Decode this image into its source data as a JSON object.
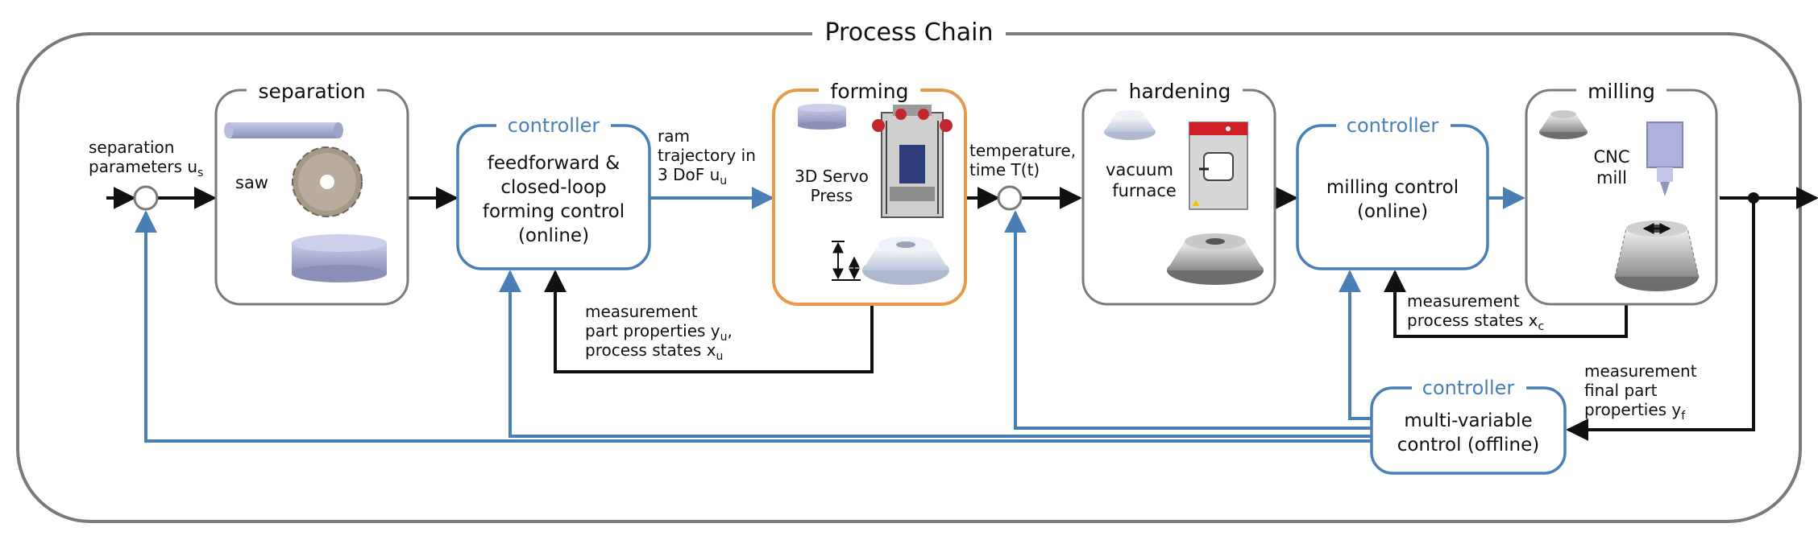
{
  "title": "Process Chain",
  "colors": {
    "black": "#111111",
    "blue": "#4a7fb5",
    "orange": "#e89a4c",
    "gray": "#7a7a7a"
  },
  "inputs": {
    "separation_params": [
      "separation",
      "parameters u",
      "s"
    ]
  },
  "separation": {
    "title": "separation",
    "saw_label": "saw"
  },
  "controller1": {
    "header": "controller",
    "lines": [
      "feedforward &",
      "closed-loop",
      "forming control",
      "(online)"
    ]
  },
  "ram": {
    "lines": [
      "ram",
      "trajectory in",
      "3 DoF u"
    ],
    "sub": "u"
  },
  "forming": {
    "title": "forming",
    "press_lines": [
      "3D Servo",
      "Press"
    ]
  },
  "meas1": {
    "lines": [
      "measurement",
      "part properties y",
      "process states x"
    ],
    "sub_y": "u",
    "sub_x": "u",
    "comma": ","
  },
  "temp": {
    "lines": [
      "temperature,",
      "time T(t)"
    ]
  },
  "hardening": {
    "title": "hardening",
    "furnace_lines": [
      "vacuum",
      "furnace"
    ]
  },
  "controller2": {
    "header": "controller",
    "lines": [
      "milling control",
      "(online)"
    ]
  },
  "milling": {
    "title": "milling",
    "cnc_lines": [
      "CNC",
      "mill"
    ]
  },
  "meas2": {
    "lines": [
      "measurement",
      "process states x"
    ],
    "sub": "c"
  },
  "meas3": {
    "lines": [
      "measurement",
      "final part",
      "properties y"
    ],
    "sub": "f"
  },
  "controller3": {
    "header": "controller",
    "lines": [
      "multi-variable",
      "control (offline)"
    ]
  }
}
